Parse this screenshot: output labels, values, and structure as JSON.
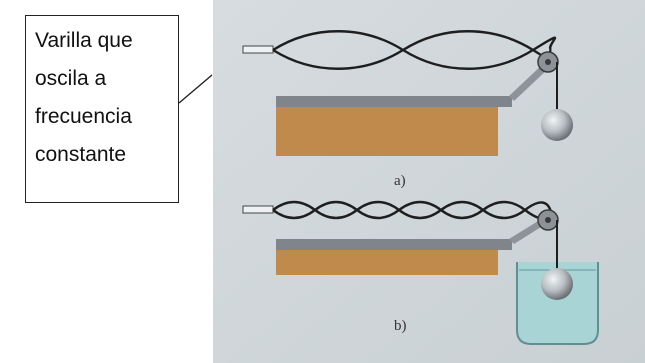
{
  "callout": {
    "lines": [
      "Varilla que",
      "oscila a",
      "frecuencia",
      "constante"
    ]
  },
  "figure": {
    "panels": [
      {
        "caption": "a)"
      },
      {
        "caption": "b)"
      }
    ]
  },
  "colors": {
    "paper": "#d2d8dc",
    "wood": "#c08a4c",
    "steel": "#7f858a",
    "water": "#a9d4d6",
    "ink": "#1e1e1e"
  }
}
